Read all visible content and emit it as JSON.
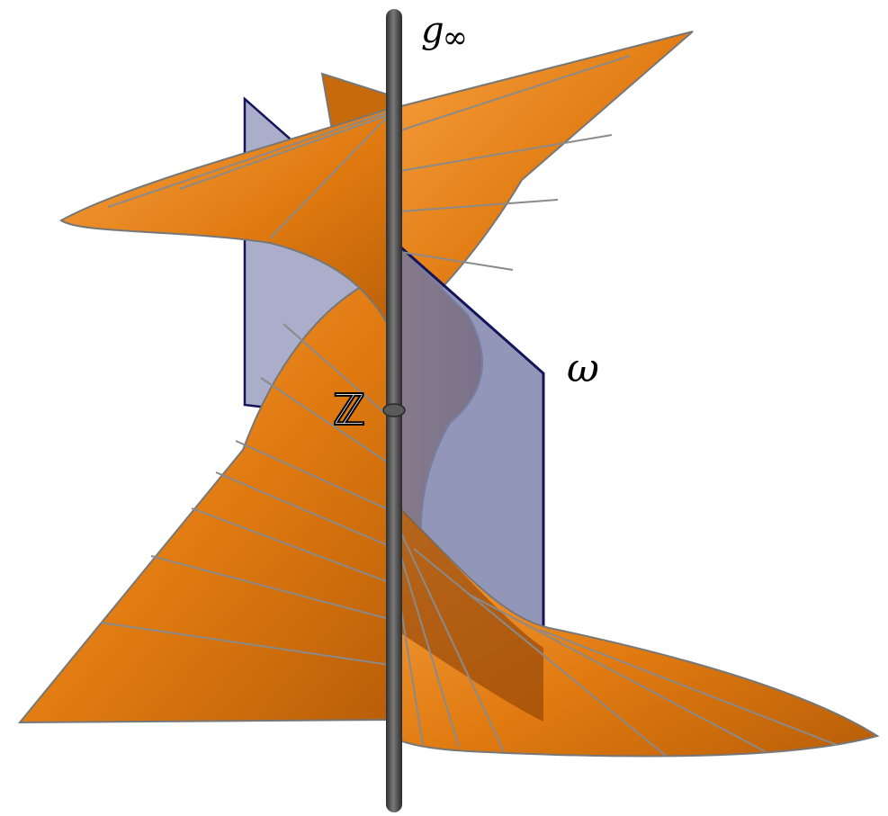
{
  "labels": {
    "axis_name": "g",
    "axis_subscript": "∞",
    "plane": "ω",
    "point": "ℤ"
  },
  "colors": {
    "surface": "#e07a10",
    "surface_dark": "#9a4a06",
    "surface_light": "#f7a040",
    "ruling": "#8a8a8a",
    "plane_fill": "#7a7fa8",
    "plane_edge": "#14145a",
    "axis": "#4a4a4a"
  }
}
